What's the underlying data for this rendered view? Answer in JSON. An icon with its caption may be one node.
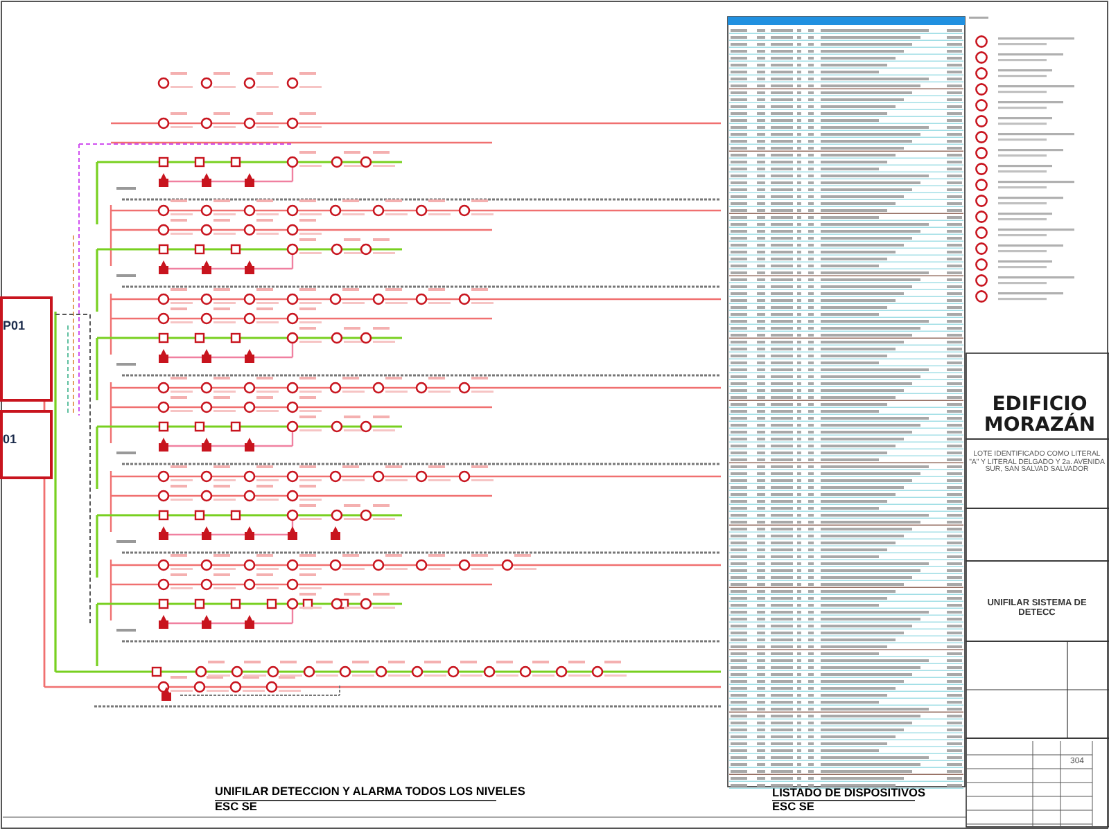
{
  "diagram": {
    "nodes": [
      {
        "text": [
          "P01"
        ]
      },
      {
        "text": [
          "01"
        ]
      }
    ],
    "labels": [
      "EDIFICIO",
      "MORAZÁN",
      "LOTE IDENTIFICADO COMO LITERAL \"A\" Y LITERAL DELGADO Y 2a. AVENIDA SUR, SAN SALVAD SALVADOR",
      "UNIFILAR SISTEMA DE DETECC",
      "304",
      "UNIFILAR DETECCION Y ALARMA TODOS LOS NIVELES",
      "ESC SE",
      "LISTADO DE DISPOSITIVOS",
      "ESC SE"
    ]
  }
}
